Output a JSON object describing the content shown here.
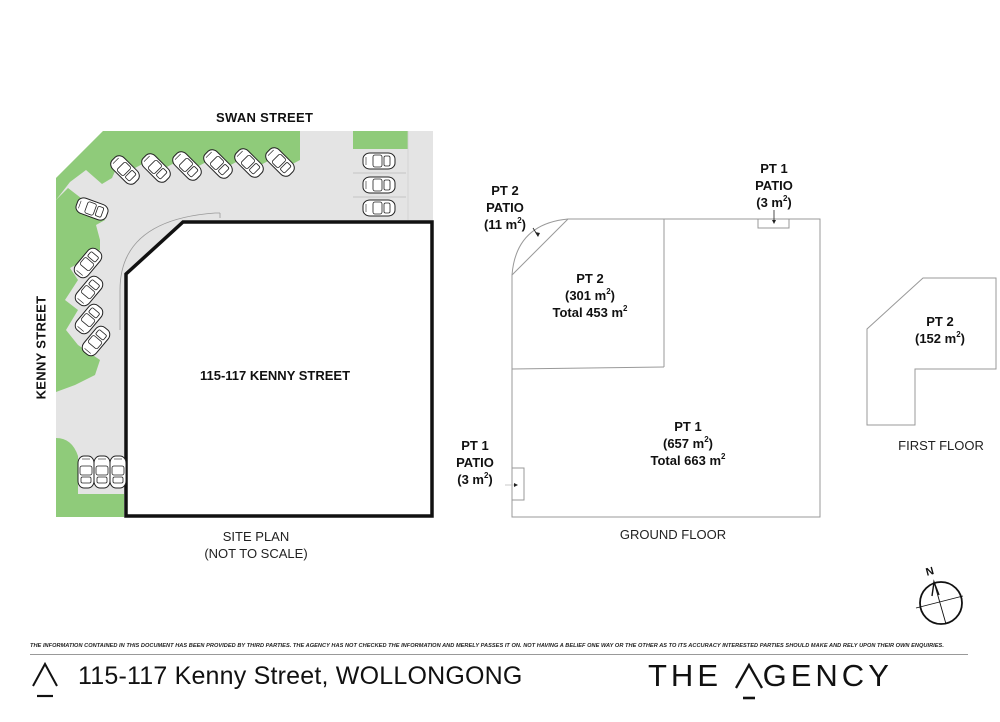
{
  "site_plan": {
    "street_top": "SWAN STREET",
    "street_left": "KENNY STREET",
    "building_label": "115-117 KENNY STREET",
    "caption_line1": "SITE PLAN",
    "caption_line2": "(NOT TO SCALE)",
    "colors": {
      "grass": "#8fcb7a",
      "paving": "#e4e4e4",
      "building_outline": "#111111"
    },
    "car_groups": [
      {
        "location": "top diagonal row",
        "count": 6
      },
      {
        "location": "top-right column",
        "count": 3
      },
      {
        "location": "left single",
        "count": 1
      },
      {
        "location": "left diagonal column",
        "count": 4
      },
      {
        "location": "bottom-left row",
        "count": 3
      }
    ]
  },
  "ground_floor": {
    "caption": "GROUND FLOOR",
    "pt2_patio": {
      "line1": "PT 2",
      "line2": "PATIO",
      "area_num": "(11 m",
      "area_close": ")",
      "sup": "2"
    },
    "pt1_patio_top": {
      "line1": "PT 1",
      "line2": "PATIO",
      "area_num": "(3 m",
      "area_close": ")",
      "sup": "2"
    },
    "pt1_patio_left": {
      "line1": "PT 1",
      "line2": "PATIO",
      "area_num": "(3 m",
      "area_close": ")",
      "sup": "2"
    },
    "pt2": {
      "name": "PT 2",
      "area_num": "(301 m",
      "area_close": ")",
      "total_num": "Total 453 m",
      "sup": "2"
    },
    "pt1": {
      "name": "PT 1",
      "area_num": "(657 m",
      "area_close": ")",
      "total_num": "Total 663 m",
      "sup": "2"
    }
  },
  "first_floor": {
    "caption": "FIRST FLOOR",
    "pt2": {
      "name": "PT 2",
      "area_num": "(152 m",
      "area_close": ")",
      "sup": "2"
    }
  },
  "compass": {
    "label": "N",
    "icon": "north-arrow-icon"
  },
  "footer": {
    "disclaimer": "THE INFORMATION CONTAINED IN THIS DOCUMENT HAS BEEN PROVIDED BY THIRD PARTIES. THE AGENCY HAS NOT CHECKED THE INFORMATION AND MERELY PASSES IT ON. NOT HAVING A BELIEF ONE WAY OR  THE OTHER AS TO ITS ACCURACY   INTERESTED PARTIES SHOULD MAKE AND RELY UPON THEIR OWN ENQUIRIES.",
    "address": "115-117 Kenny Street, WOLLONGONG",
    "brand_prefix": "THE ",
    "brand_suffix": "GENCY",
    "logo_icon": "agency-caret-logo-icon"
  }
}
